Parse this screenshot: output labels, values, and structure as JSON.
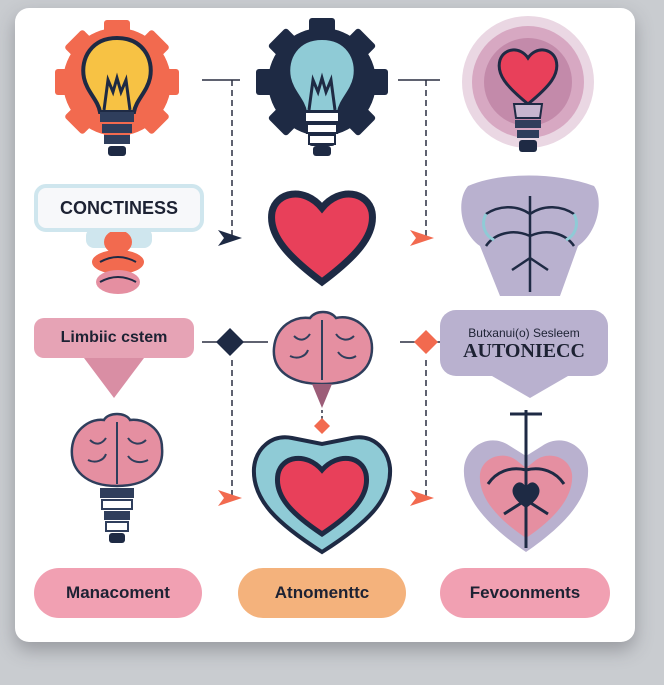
{
  "labels": {
    "consciousness": "CONCTINESS",
    "limbic": "Limbiic cstem",
    "autonomic_small": "Butxanui(o) Sesleem",
    "autonomic_large": "AUTONIECC"
  },
  "bottom_pills": [
    {
      "text": "Manacoment",
      "color": "#f1a0b2"
    },
    {
      "text": "Atnomenttc",
      "color": "#f4b27c"
    },
    {
      "text": "Fevoonments",
      "color": "#f1a0b2"
    }
  ],
  "colors": {
    "accent_orange": "#f26a4f",
    "heart_red": "#e8405a",
    "navy": "#1e2a44",
    "brain_pink": "#e58fa1",
    "lavender": "#b9b1cf"
  }
}
